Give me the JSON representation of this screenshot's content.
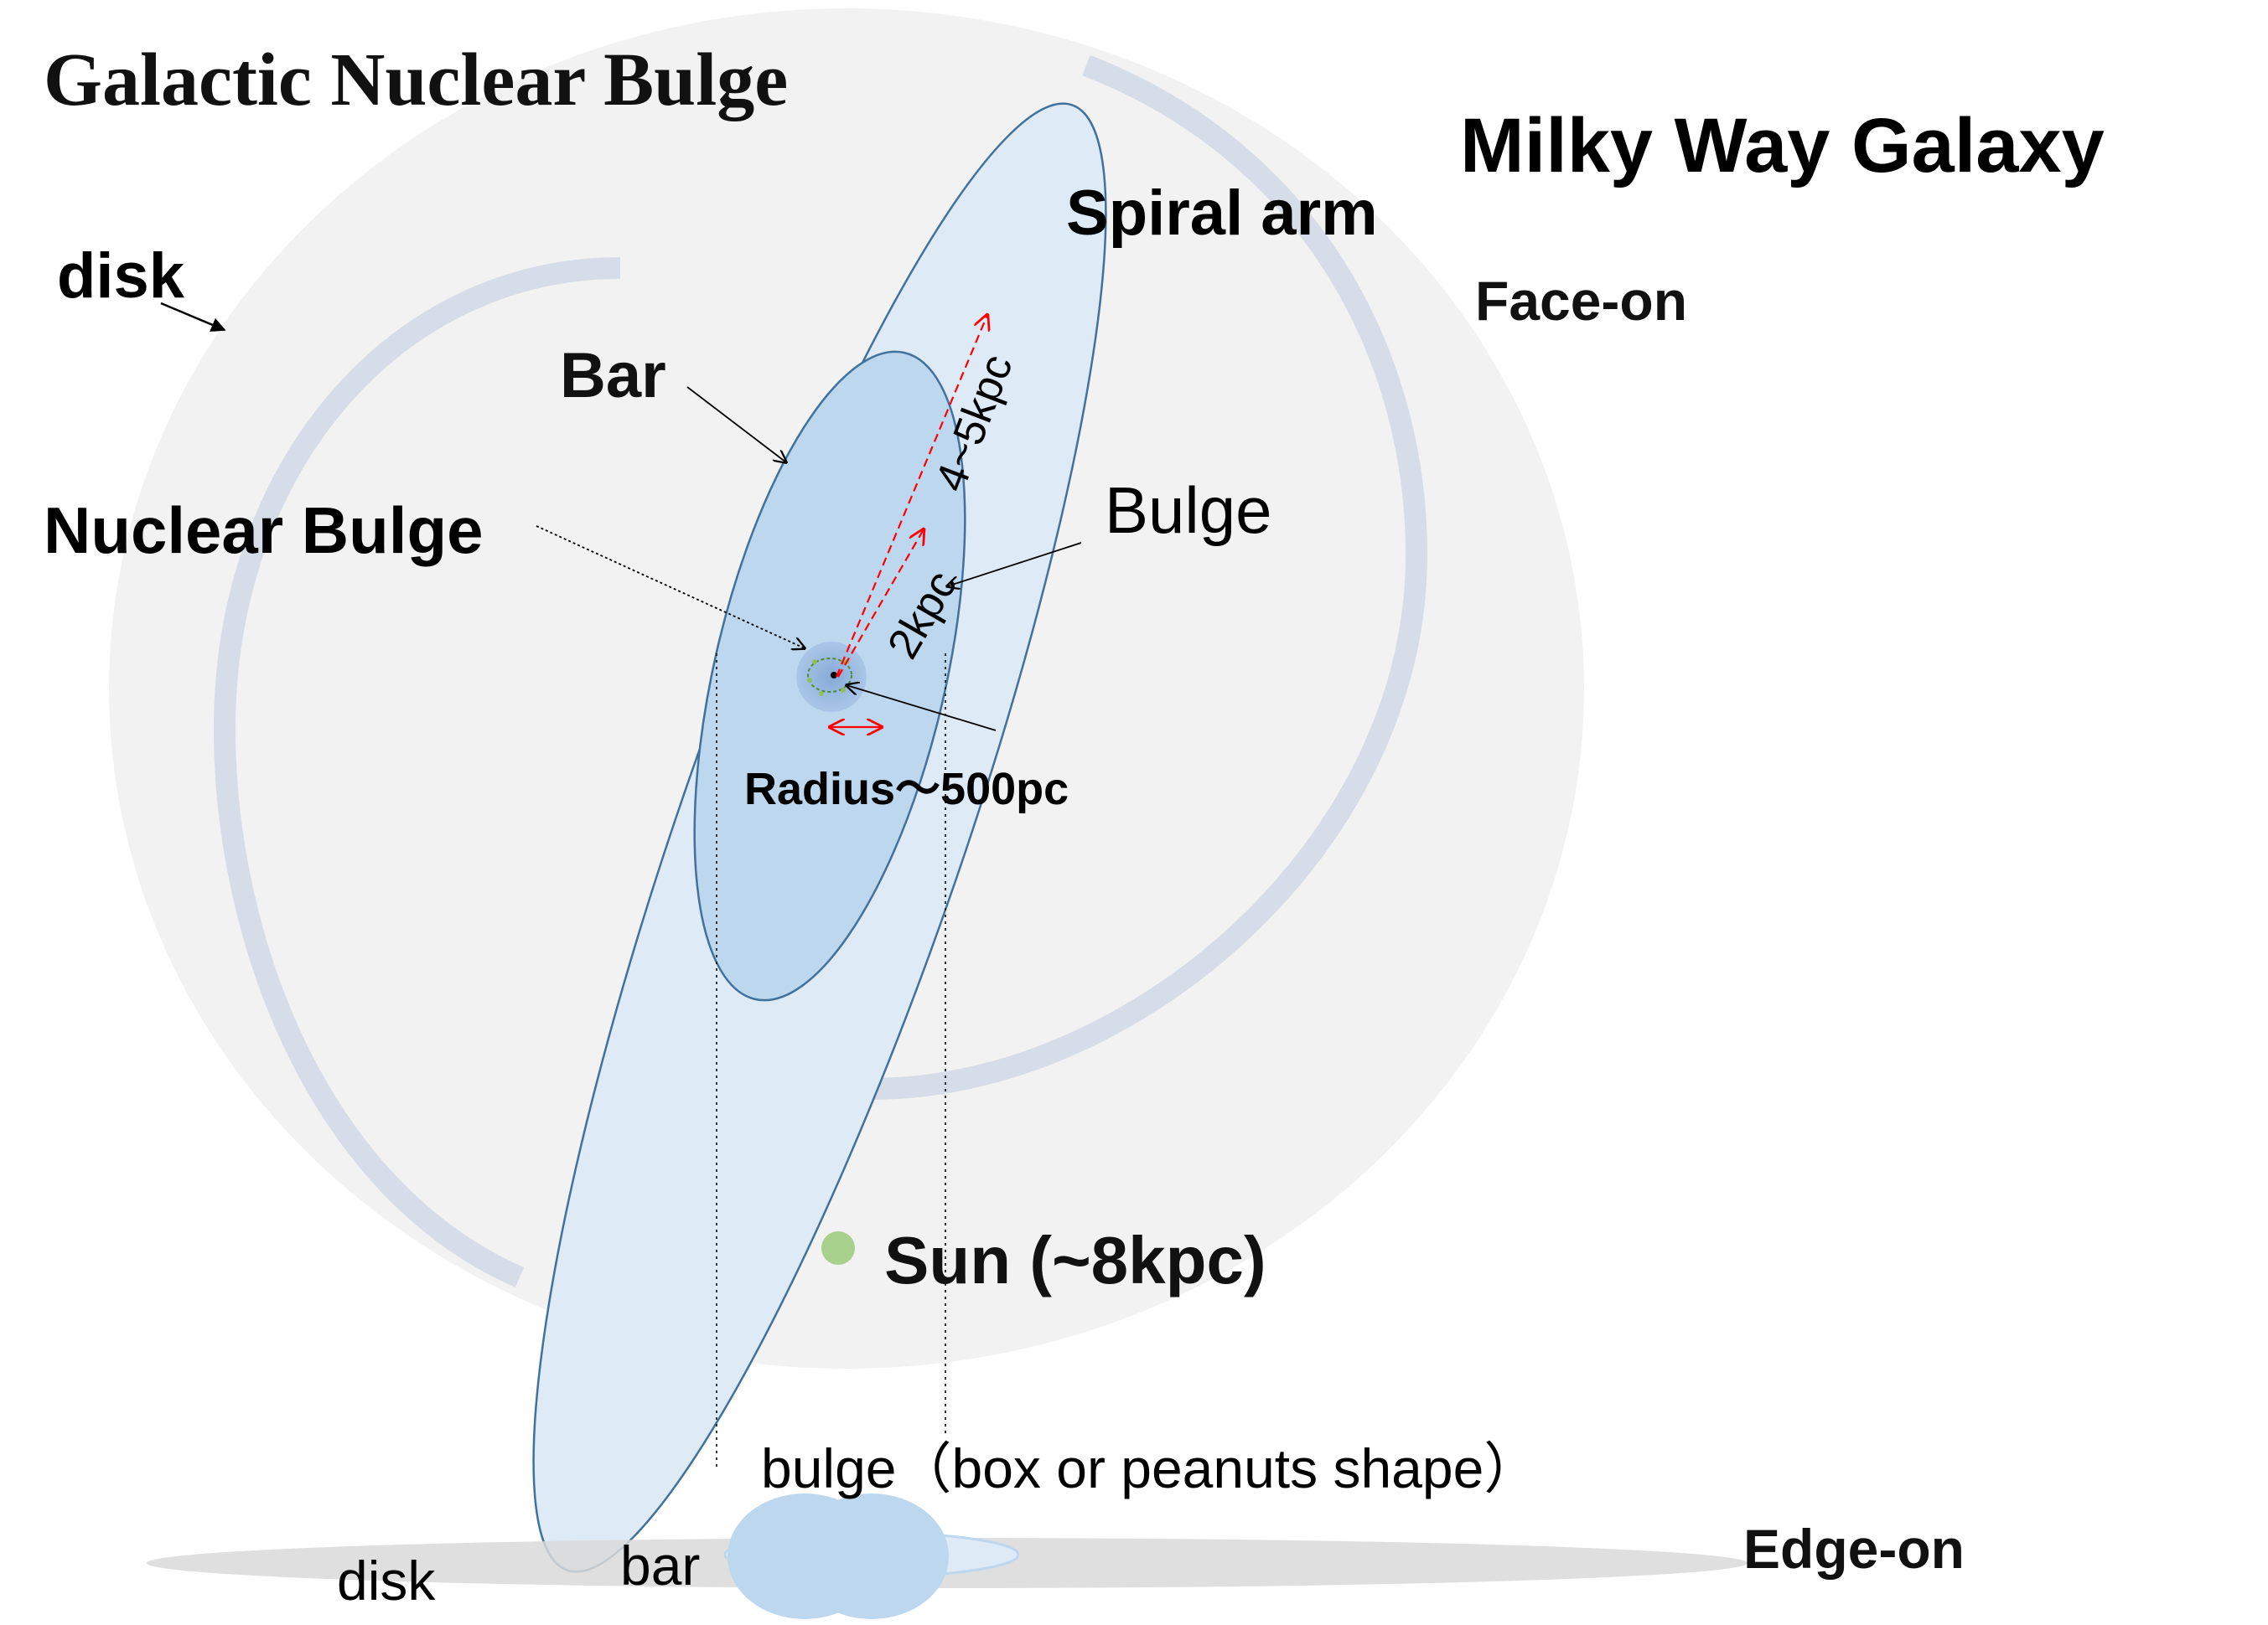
{
  "title": "Galactic Nuclear Bulge",
  "galaxy_name": "Milky Way Galaxy",
  "views": {
    "face_on": "Face-on",
    "edge_on": "Edge-on"
  },
  "labels": {
    "disk_top": "disk",
    "spiral_arm": "Spiral arm",
    "bar": "Bar",
    "bulge": "Bulge",
    "nuclear_bulge": "Nuclear Bulge",
    "bar_length": "4~5kpc",
    "bulge_length": "2kpc",
    "nuclear_radius": "Radius～500pc",
    "sun": "Sun (~8kpc)",
    "edge_bulge": "bulge（box or peanuts shape）",
    "edge_disk": "disk",
    "edge_bar": "bar"
  },
  "colors": {
    "disk_fill": "#f2f2f2",
    "spiral_arm": "#d6dde8",
    "bar_fill": "#deeaf6",
    "bulge_fill": "#bdd7ee",
    "outline": "#41719c",
    "measure_arrow": "#ff0000",
    "sun": "#a9d18e",
    "edge_disk": "#d9d9d9",
    "edge_bulge": "#bdd7ee"
  }
}
